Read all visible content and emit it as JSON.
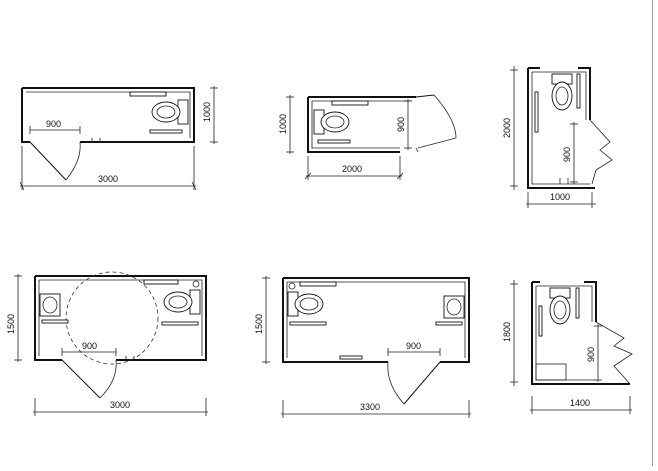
{
  "plans": [
    {
      "id": "plan-a",
      "dims": {
        "width": "3000",
        "depth": "1000",
        "door": "900"
      }
    },
    {
      "id": "plan-b",
      "dims": {
        "width": "2000",
        "depth": "1000",
        "door": "900"
      }
    },
    {
      "id": "plan-c",
      "dims": {
        "width": "1000",
        "depth": "2000",
        "door": "900"
      }
    },
    {
      "id": "plan-d",
      "dims": {
        "width": "3000",
        "depth": "1500",
        "door": "900"
      }
    },
    {
      "id": "plan-e",
      "dims": {
        "width": "3300",
        "depth": "1500",
        "door": "900"
      }
    },
    {
      "id": "plan-f",
      "dims": {
        "width": "1400",
        "depth": "1800",
        "door": "900"
      }
    }
  ]
}
